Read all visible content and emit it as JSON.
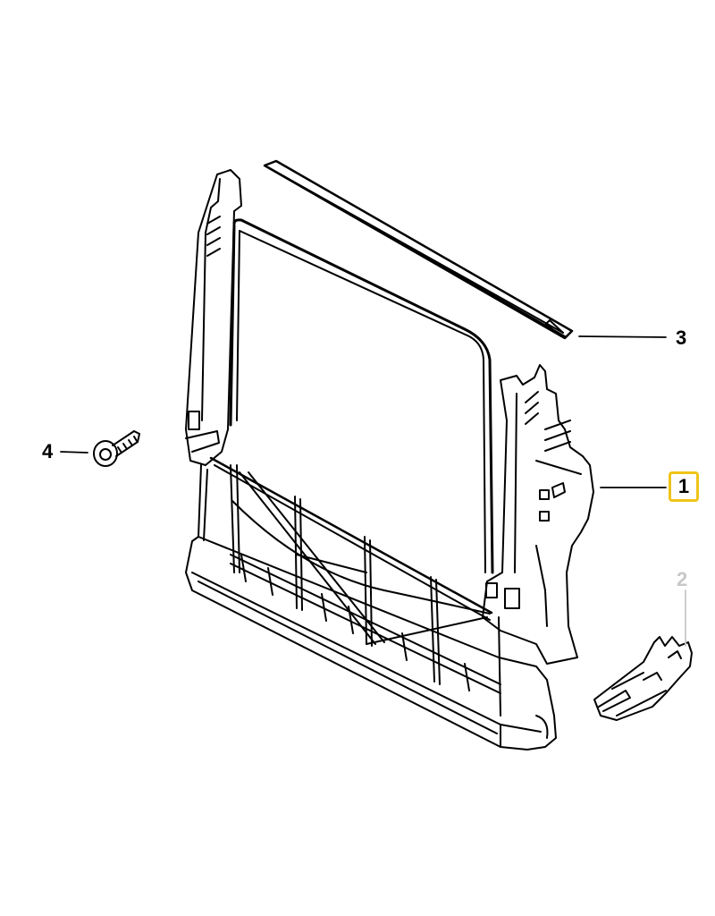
{
  "callouts": [
    {
      "id": "1",
      "label": "1",
      "highlighted": true
    },
    {
      "id": "2",
      "label": "2",
      "dimmed": true
    },
    {
      "id": "3",
      "label": "3"
    },
    {
      "id": "4",
      "label": "4"
    }
  ],
  "colors": {
    "line": "#000000",
    "highlight_border": "#f0c419",
    "dimmed_label": "#c8c8c8",
    "background": "#ffffff"
  },
  "parts": [
    {
      "callout": "1",
      "icon": "fan-shroud-frame-icon"
    },
    {
      "callout": "2",
      "icon": "bracket-clip-icon"
    },
    {
      "callout": "3",
      "icon": "seal-strip-icon"
    },
    {
      "callout": "4",
      "icon": "screw-icon"
    }
  ]
}
